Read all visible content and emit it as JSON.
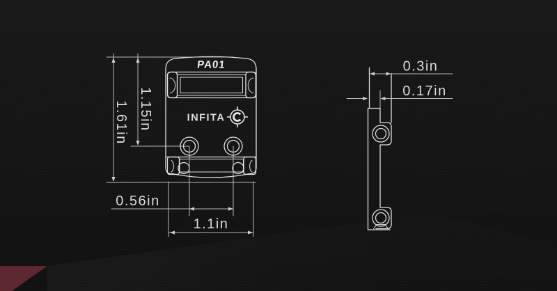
{
  "top_view": {
    "model_label": "PA01",
    "brand_label": "INFITA",
    "logo_icon": "crosshair-target",
    "dims": {
      "overall_length": "1.61in",
      "top_to_hole_center": "1.15in",
      "hole_spacing": "0.56in",
      "base_width": "1.1in"
    }
  },
  "side_view": {
    "dims": {
      "upper_body_thickness": "0.3in",
      "base_plate_thickness": "0.17in"
    }
  },
  "colors": {
    "accent": "#5d2830",
    "line": "#eaeaea",
    "dim_text": "#d9d9d9",
    "background": "#141414"
  }
}
